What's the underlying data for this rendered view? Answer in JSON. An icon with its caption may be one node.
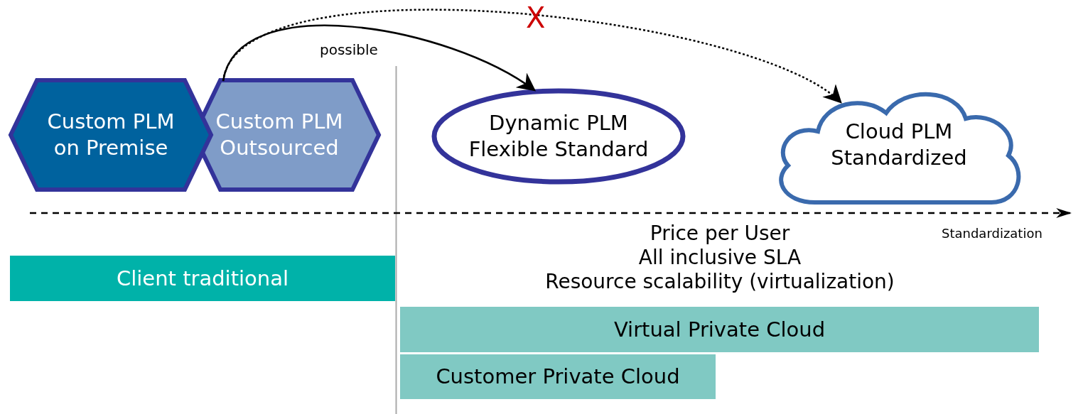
{
  "diagram": {
    "nodes": [
      {
        "text": [
          "Custom PLM on Premise"
        ]
      },
      {
        "text": [
          "Custom PLM Outsourced"
        ]
      },
      {
        "text": [
          "Dynamic PLM Flexible Standard"
        ]
      },
      {
        "text": [
          "Cloud PLM Standardized"
        ]
      },
      {
        "text": [
          "Client traditional"
        ]
      },
      {
        "text": [
          "Virtual Private Cloud"
        ]
      },
      {
        "text": [
          "Customer Private Cloud"
        ]
      }
    ],
    "edges": [
      {
        "from": 1,
        "to": 2,
        "arrow": "to",
        "label": "possible"
      },
      {
        "from": 1,
        "to": 3,
        "arrow": "to",
        "label": "X",
        "style": "dashed"
      }
    ],
    "labels": [
      "Standardization",
      "Price per User",
      "All inclusive SLA",
      "Resource scalability (virtualization)"
    ]
  }
}
